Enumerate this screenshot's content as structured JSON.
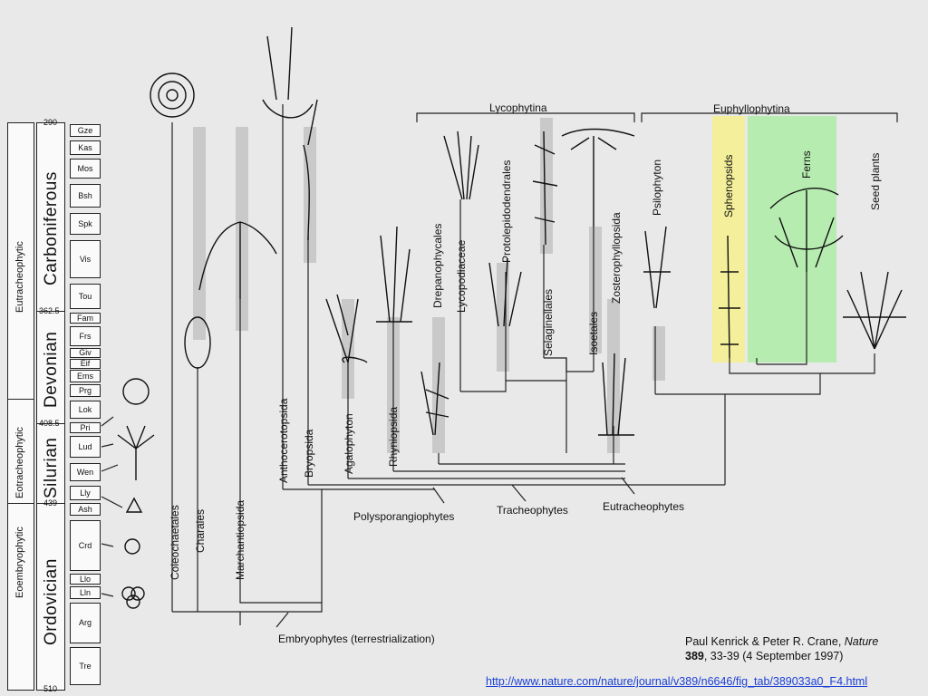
{
  "timescale": {
    "phases": [
      "Eutracheophytic",
      "Eotracheophytic",
      "Eoembryophytic"
    ],
    "periods": [
      "Carboniferous",
      "Devonian",
      "Silurian",
      "Ordovician"
    ],
    "ticks": [
      "290",
      "362.5",
      "408.5",
      "439",
      "510"
    ],
    "stages": [
      "Gze",
      "Kas",
      "Mos",
      "Bsh",
      "Spk",
      "Vis",
      "Tou",
      "Fam",
      "Frs",
      "Giv",
      "Eif",
      "Ems",
      "Prg",
      "Lok",
      "Pri",
      "Lud",
      "Wen",
      "Lly",
      "Ash",
      "Crd",
      "Llo",
      "Lln",
      "Arg",
      "Tre"
    ]
  },
  "taxa": {
    "coleochaetales": "Coleochaetales",
    "charales": "Charales",
    "marchantiopsida": "Marchantiopsida",
    "anthocerotopsida": "Anthocerotopsida",
    "bryopsida": "Bryopsida",
    "aglaophyton": "Agalophyton",
    "rhyniopsida": "Rhyniopsida",
    "drepanophycales": "Drepanophycales",
    "lycopodiaceae": "Lycopodiaceae",
    "protolepidodendrales": "Protolepidodendrales",
    "selaginellales": "Selaginellales",
    "isoetales": "Isoetales",
    "zosterophyllopsida": "Zosterophyllopsida",
    "psilophyton": "Psilophyton",
    "sphenopsids": "Sphenopsids",
    "ferns": "Ferns",
    "seed_plants": "Seed plants"
  },
  "groups": {
    "lycophytina": "Lycophytina",
    "euphyllophytina": "Euphyllophytina"
  },
  "nodes": {
    "polysporangiophytes": "Polysporangiophytes",
    "tracheophytes": "Tracheophytes",
    "eutracheophytes": "Eutracheophytes",
    "embryophytes": "Embryophytes (terrestrialization)"
  },
  "highlight_colors": {
    "sphenopsids": "#f4ef9a",
    "ferns": "#b6ecb0"
  },
  "citation": {
    "authors": "Paul Kenrick & Peter R. Crane, ",
    "journal": "Nature",
    "volume": "389",
    "rest": ", 33-39 (4 September 1997)"
  },
  "url": "http://www.nature.com/nature/journal/v389/n6646/fig_tab/389033a0_F4.html"
}
